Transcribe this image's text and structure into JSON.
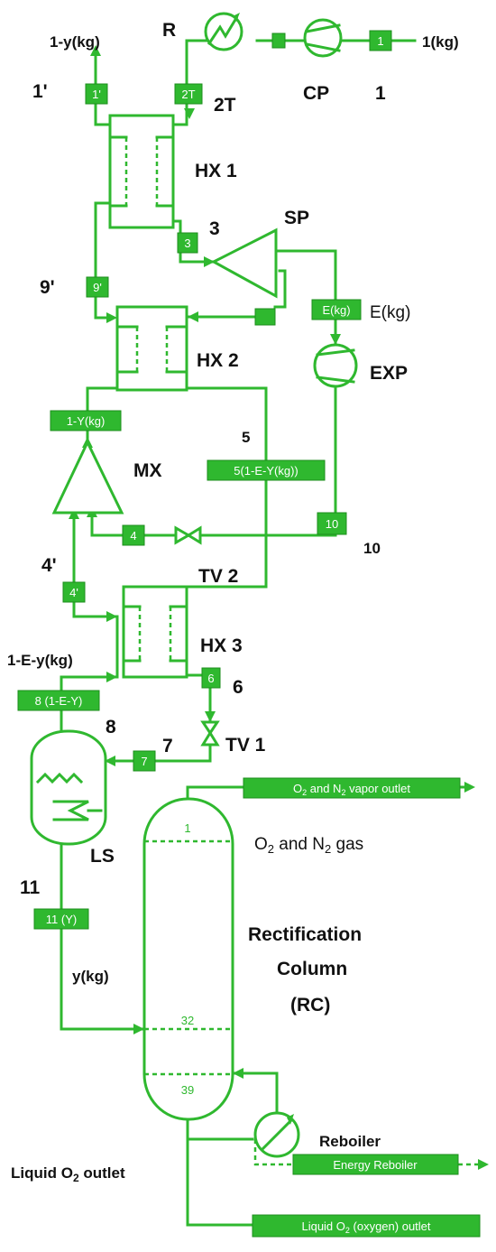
{
  "labels": {
    "one_minus_y_kg": "1-y(kg)",
    "R": "R",
    "one_kg": "1(kg)",
    "one_prime": "1'",
    "two_T": "2T",
    "CP": "CP",
    "one": "1",
    "HX1": "HX 1",
    "three": "3",
    "SP": "SP",
    "nine_prime": "9'",
    "E_kg": "E(kg)",
    "HX2": "HX 2",
    "EXP": "EXP",
    "five": "5",
    "MX": "MX",
    "ten": "10",
    "four_prime": "4'",
    "TV2": "TV 2",
    "one_minus_E_y_kg": "1-E-y(kg)",
    "HX3": "HX 3",
    "six": "6",
    "eight": "8",
    "seven": "7",
    "TV1": "TV 1",
    "gas_prefix": "O",
    "gas_sub": "2",
    "gas_mid": " and N",
    "gas_sub2": "2",
    "gas_suffix": " gas",
    "LS": "LS",
    "eleven": "11",
    "rc_line1": "Rectification",
    "rc_line2": "Column",
    "rc_line3": "(RC)",
    "y_kg": "y(kg)",
    "reboiler": "Reboiler",
    "liquid_prefix": "Liquid O",
    "liquid_sub": "2",
    "liquid_suffix": " outlet"
  },
  "tags": {
    "t1": "1",
    "t1p": "1'",
    "t2T": "2T",
    "t3": "3",
    "t9p": "9'",
    "tEkg": "E(kg)",
    "t1Ykg": "1-Y(kg)",
    "t5": "5(1-E-Y(kg))",
    "t4": "4",
    "t10": "10",
    "t4p": "4'",
    "t6": "6",
    "t8": "8 (1-E-Y)",
    "t7": "7",
    "t11": "11 (Y)",
    "vapor_prefix": "O",
    "vapor_sub": "2",
    "vapor_mid": " and N",
    "vapor_sub2": "2",
    "vapor_suffix": " vapor outlet",
    "energy": "Energy Reboiler",
    "liq_prefix": "Liquid O",
    "liq_sub": "2",
    "liq_suffix": " (oxygen) outlet"
  },
  "trays": {
    "top": "1",
    "mid": "32",
    "bottom": "39"
  },
  "colors": {
    "line": "#2fb82f",
    "tag_fill": "#2fb82f",
    "tag_text": "#ffffff",
    "label_text": "#111111"
  }
}
